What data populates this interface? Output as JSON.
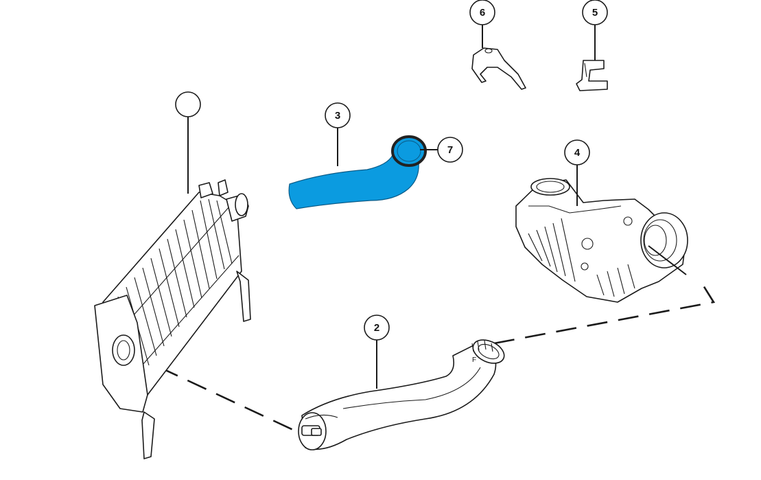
{
  "callouts": [
    {
      "id": "1",
      "label": ""
    },
    {
      "id": "2",
      "label": "2"
    },
    {
      "id": "3",
      "label": "3"
    },
    {
      "id": "4",
      "label": "4"
    },
    {
      "id": "5",
      "label": "5"
    },
    {
      "id": "6",
      "label": "6"
    },
    {
      "id": "7",
      "label": "7"
    }
  ],
  "highlight": {
    "part": "3",
    "color": "#0b9be0"
  },
  "stamp_letter": "F"
}
